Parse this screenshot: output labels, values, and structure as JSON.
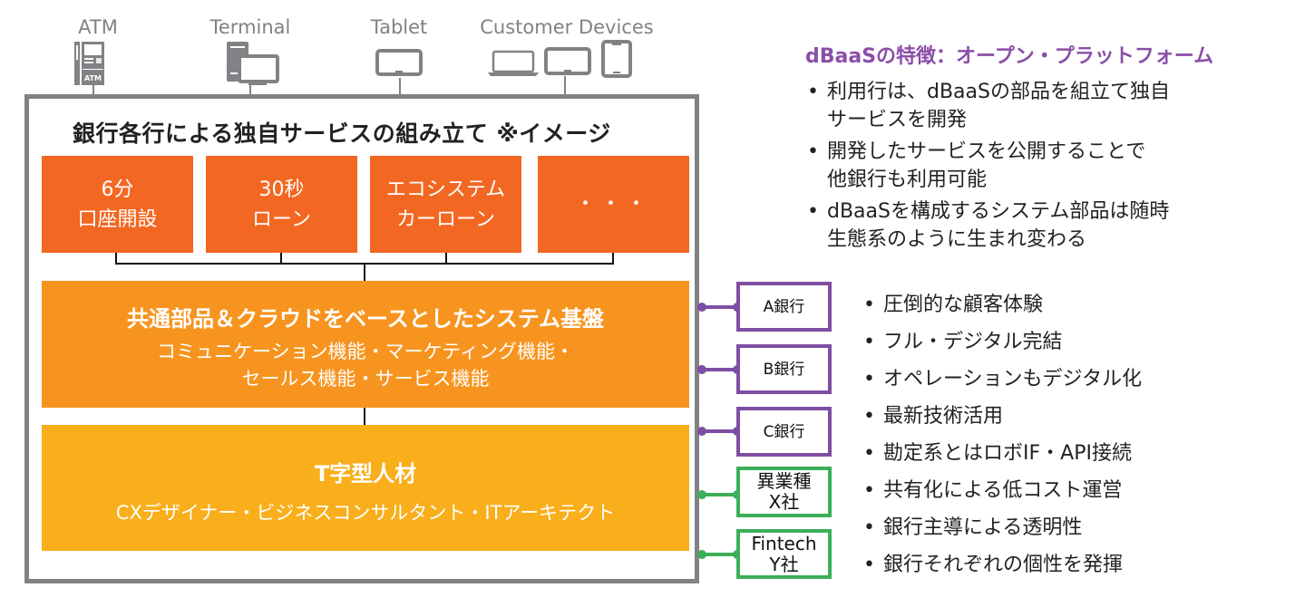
{
  "devices": [
    {
      "label": "ATM",
      "icon": "atm-icon"
    },
    {
      "label": "Terminal",
      "icon": "desktop-terminal-icon"
    },
    {
      "label": "Tablet",
      "icon": "tablet-icon"
    },
    {
      "label": "Customer Devices",
      "icon": "laptop-tablet-smartphone-icon"
    }
  ],
  "atm_text": "ATM",
  "frame": {
    "title": "銀行各行による独自サービスの組み立て ※イメージ",
    "services": [
      {
        "line1": "6分",
        "line2": "口座開設"
      },
      {
        "line1": "30秒",
        "line2": "ローン"
      },
      {
        "line1": "エコシステム",
        "line2": "カーローン"
      },
      {
        "line1": "・・・",
        "line2": ""
      }
    ],
    "platform": {
      "title": "共通部品＆クラウドをベースとしたシステム基盤",
      "line1": "コミュニケーション機能・マーケティング機能・",
      "line2": "セールス機能・サービス機能"
    },
    "talent": {
      "title": "T字型人材",
      "line1": "CXデザイナー・ビジネスコンサルタント・ITアーキテクト"
    }
  },
  "partners": [
    {
      "line1": "A銀行",
      "line2": "",
      "type": "bank"
    },
    {
      "line1": "B銀行",
      "line2": "",
      "type": "bank"
    },
    {
      "line1": "C銀行",
      "line2": "",
      "type": "bank"
    },
    {
      "line1": "異業種",
      "line2": "X社",
      "type": "other"
    },
    {
      "line1": "Fintech",
      "line2": "Y社",
      "type": "other"
    }
  ],
  "features": {
    "title": "dBaaSの特徴：オープン・プラットフォーム",
    "items": [
      {
        "line1": "利用行は、dBaaSの部品を組立て独自",
        "line2": "サービスを開発"
      },
      {
        "line1": "開発したサービスを公開することで",
        "line2": "他銀行も利用可能"
      },
      {
        "line1": "dBaaSを構成するシステム部品は随時",
        "line2": "生態系のように生まれ変わる"
      }
    ]
  },
  "merits": [
    "圧倒的な顧客体験",
    "フル・デジタル完結",
    "オペレーションもデジタル化",
    "最新技術活用",
    "勘定系とはロボIF・API接続",
    "共有化による低コスト運営",
    "銀行主導による透明性",
    "銀行それぞれの個性を発揮"
  ],
  "colors": {
    "service": "#f26722",
    "platform": "#f7941f",
    "talent": "#f9ae1b",
    "bank_border": "#7e4ea3",
    "other_border": "#3dae5a",
    "frame": "#808285",
    "feature_title": "#8c4fa8"
  }
}
